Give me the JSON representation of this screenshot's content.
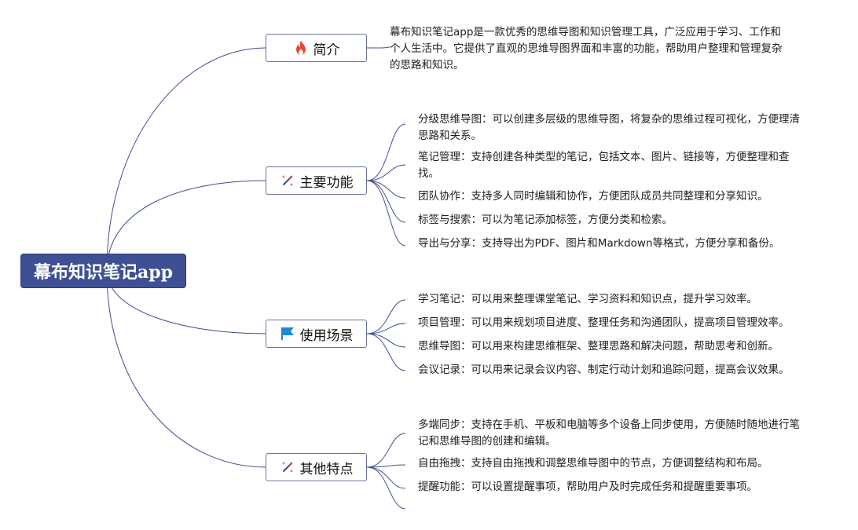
{
  "root": {
    "title": "幕布知识笔记app"
  },
  "colors": {
    "root_fill": "#3e4f93",
    "line": "#3f4f8e"
  },
  "branches": [
    {
      "label": "简介",
      "icon": "fire-icon"
    },
    {
      "label": "主要功能",
      "icon": "magic-wand-icon"
    },
    {
      "label": "使用场景",
      "icon": "flag-icon"
    },
    {
      "label": "其他特点",
      "icon": "magic-wand-icon"
    }
  ],
  "intro_text": "幕布知识笔记app是一款优秀的思维导图和知识管理工具，广泛应用于学习、工作和个人生活中。它提供了直观的思维导图界面和丰富的功能，帮助用户整理和管理复杂的思路和知识。",
  "features": [
    "分级思维导图：可以创建多层级的思维导图，将复杂的思维过程可视化，方便理清思路和关系。",
    "笔记管理：支持创建各种类型的笔记，包括文本、图片、链接等，方便整理和查找。",
    "团队协作：支持多人同时编辑和协作，方便团队成员共同整理和分享知识。",
    "标签与搜索：可以为笔记添加标签，方便分类和检索。",
    "导出与分享：支持导出为PDF、图片和Markdown等格式，方便分享和备份。"
  ],
  "scenarios": [
    "学习笔记：可以用来整理课堂笔记、学习资料和知识点，提升学习效率。",
    "项目管理：可以用来规划项目进度、整理任务和沟通团队，提高项目管理效率。",
    "思维导图：可以用来构建思维框架、整理思路和解决问题，帮助思考和创新。",
    "会议记录：可以用来记录会议内容、制定行动计划和追踪问题，提高会议效果。"
  ],
  "others": [
    "多端同步：支持在手机、平板和电脑等多个设备上同步使用，方便随时随地进行笔记和思维导图的创建和编辑。",
    "自由拖拽：支持自由拖拽和调整思维导图中的节点，方便调整结构和布局。",
    "提醒功能：可以设置提醒事项，帮助用户及时完成任务和提醒重要事项。"
  ]
}
